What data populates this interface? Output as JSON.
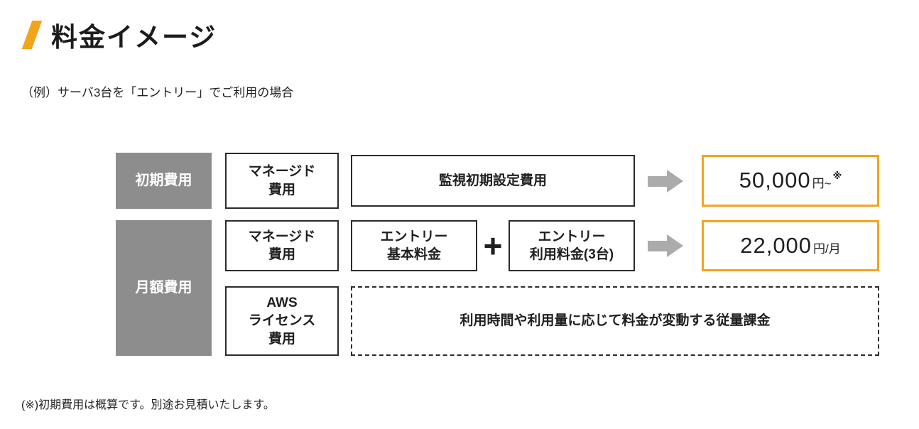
{
  "header": {
    "title": "料金イメージ",
    "example": "（例）サーバ3台を「エントリー」でご利用の場合"
  },
  "diagram": {
    "initial": {
      "category": "初期費用",
      "managed_fee_label": "マネージド\n費用",
      "setup_fee_label": "監視初期設定費用",
      "result_amount": "50,000",
      "result_unit": "円~",
      "result_note": "※"
    },
    "monthly": {
      "category": "月額費用",
      "managed_fee_label": "マネージド\n費用",
      "entry_base_label": "エントリー\n基本料金",
      "plus_sign": "+",
      "entry_usage_label": "エントリー\n利用料金(3台)",
      "result_amount": "22,000",
      "result_unit": "円/月"
    },
    "aws": {
      "license_label": "AWS\nライセンス\n費用",
      "metered_label": "利用時間や利用量に応じて料金が変動する従量課金"
    }
  },
  "footnote": "(※)初期費用は概算です。別途お見積いたします。",
  "colors": {
    "accent_orange": "#F5A41D",
    "slash_orange": "#F2A41E",
    "category_gray": "#8D8D8D",
    "arrow_gray": "#ABABAB",
    "box_border": "#2B2B2B"
  }
}
